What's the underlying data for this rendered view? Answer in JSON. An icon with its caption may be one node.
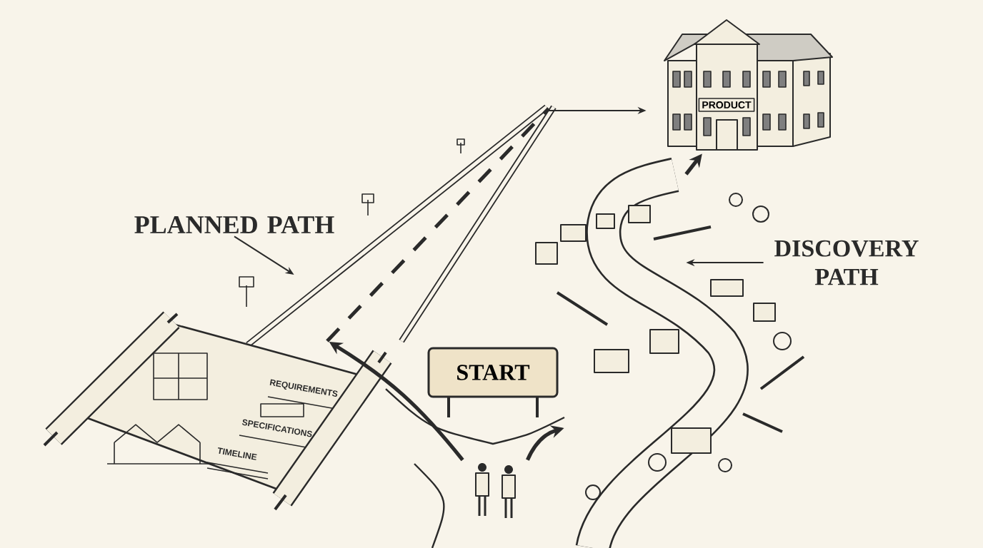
{
  "diagram": {
    "nodes": [
      {
        "text": [
          "PLANNED PATH"
        ]
      },
      {
        "text": [],
        "shape": "picture"
      },
      {
        "text": [
          "REQUIREMENTS",
          "SPECIFICATIONS",
          "TIMELINE"
        ]
      },
      {
        "text": [
          "PRODUCT"
        ]
      },
      {
        "text": [
          "START"
        ]
      },
      {
        "text": [],
        "shape": "picture"
      },
      {
        "text": [
          "DISCOVERY PATH"
        ]
      },
      {
        "text": [],
        "shape": "person"
      }
    ],
    "edges": [
      {
        "from": 0,
        "to": 1,
        "arrow": "to"
      },
      {
        "from": 1,
        "to": 3,
        "arrow": "to"
      },
      {
        "from": 6,
        "to": 5,
        "arrow": "to"
      },
      {
        "from": 5,
        "to": 3,
        "arrow": "to",
        "style": "thick"
      },
      {
        "from": 7,
        "to": 1,
        "arrow": "to",
        "style": "thick"
      },
      {
        "from": 7,
        "to": 5,
        "arrow": "to",
        "style": "thick"
      }
    ]
  }
}
